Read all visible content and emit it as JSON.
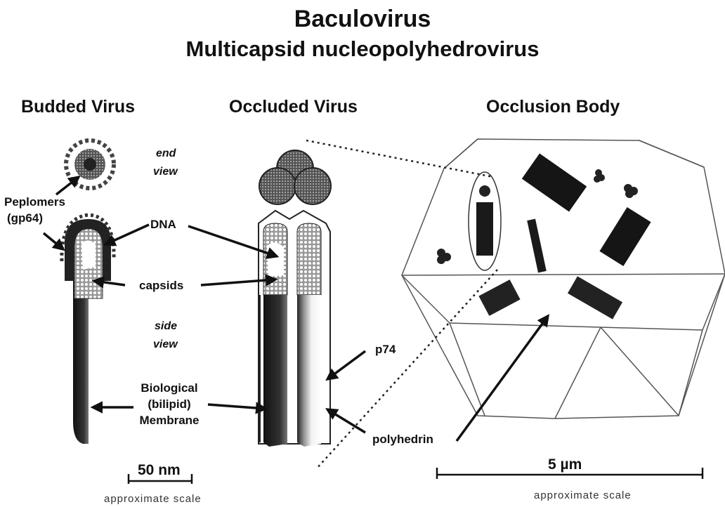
{
  "title": "Baculovirus",
  "subtitle": "Multicapsid nucleopolyhedrovirus",
  "headings": {
    "budded": "Budded Virus",
    "occluded": "Occluded Virus",
    "occlusion_body": "Occlusion Body"
  },
  "labels": {
    "end_view_1": "end",
    "end_view_2": "view",
    "side_view_1": "side",
    "side_view_2": "view",
    "peplomers_1": "Peplomers",
    "peplomers_2": "(gp64)",
    "dna": "DNA",
    "capsids": "capsids",
    "membrane_1": "Biological",
    "membrane_2": "(bilipid)",
    "membrane_3": "Membrane",
    "p74": "p74",
    "polyhedrin": "polyhedrin"
  },
  "scales": {
    "left_value": "50 nm",
    "left_caption": "approximate scale",
    "right_value": "5 µm",
    "right_caption": "approximate scale"
  }
}
